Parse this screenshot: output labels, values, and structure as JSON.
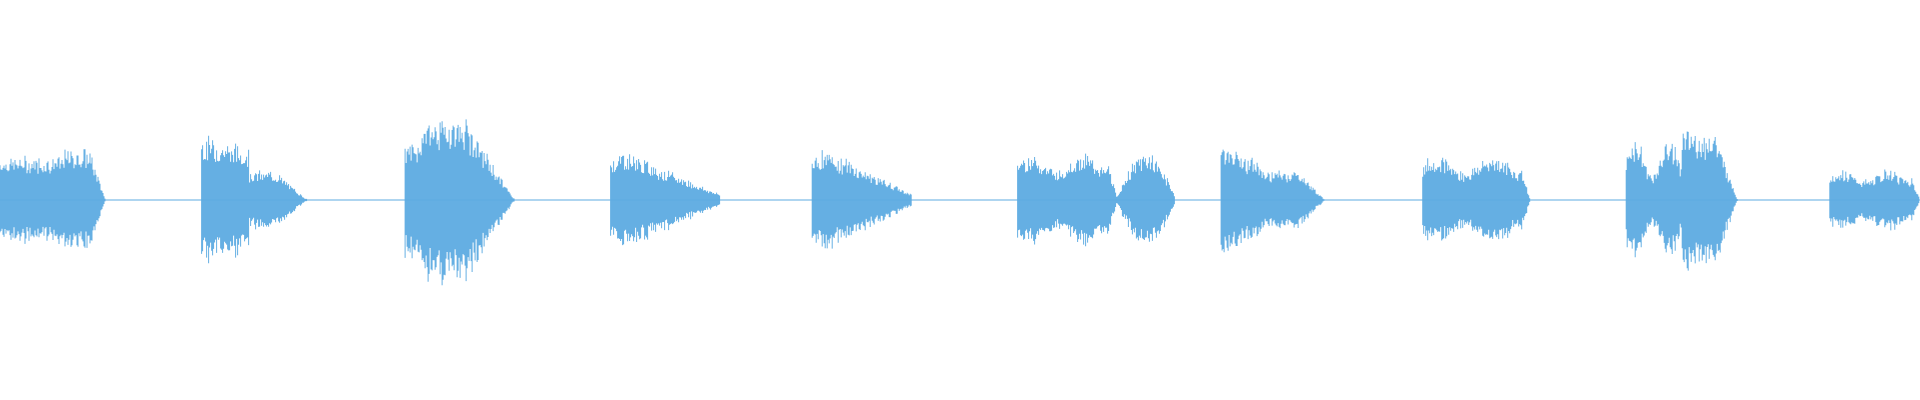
{
  "waveform": {
    "color": "#5dabe1",
    "baseline_color": "#5dabe1",
    "segments": [
      {
        "start": 0.0,
        "end": 0.055,
        "amp": 0.41,
        "shape": "plateau-bump"
      },
      {
        "start": 0.105,
        "end": 0.16,
        "amp": 0.52,
        "shape": "peak-then-decay"
      },
      {
        "start": 0.211,
        "end": 0.268,
        "amp": 0.66,
        "shape": "swell"
      },
      {
        "start": 0.318,
        "end": 0.375,
        "amp": 0.45,
        "shape": "decay"
      },
      {
        "start": 0.423,
        "end": 0.475,
        "amp": 0.47,
        "shape": "decay"
      },
      {
        "start": 0.53,
        "end": 0.582,
        "amp": 0.42,
        "shape": "plateau"
      },
      {
        "start": 0.582,
        "end": 0.612,
        "amp": 0.38,
        "shape": "bump"
      },
      {
        "start": 0.636,
        "end": 0.69,
        "amp": 0.47,
        "shape": "peak-then-bump"
      },
      {
        "start": 0.741,
        "end": 0.797,
        "amp": 0.4,
        "shape": "plateau"
      },
      {
        "start": 0.847,
        "end": 0.905,
        "amp": 0.55,
        "shape": "double-swell"
      },
      {
        "start": 0.953,
        "end": 1.0,
        "amp": 0.27,
        "shape": "plateau"
      }
    ]
  }
}
